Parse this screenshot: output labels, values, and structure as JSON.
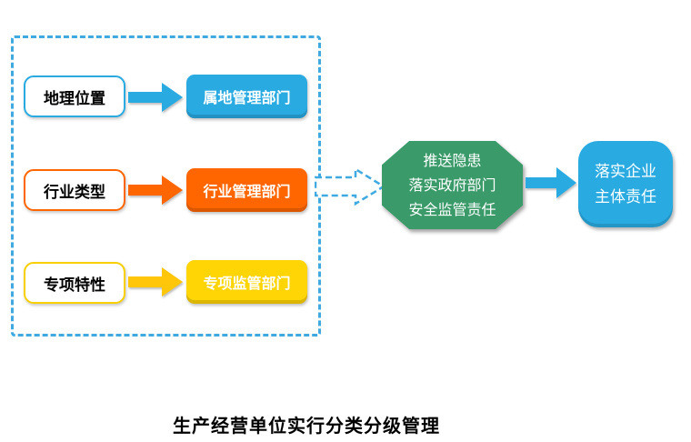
{
  "diagram": {
    "title": "生产经营单位实行分类分级管理",
    "rows": [
      {
        "factor": "地理位置",
        "department": "属地管理部门"
      },
      {
        "factor": "行业类型",
        "department": "行业管理部门"
      },
      {
        "factor": "专项特性",
        "department": "专项监管部门"
      }
    ],
    "hub": {
      "line1": "推送隐患",
      "line2": "落实政府部门",
      "line3": "安全监管责任"
    },
    "result": {
      "line1": "落实企业",
      "line2": "主体责任"
    }
  },
  "colors": {
    "blue": "#29ABE2",
    "orange": "#FF6600",
    "yellow": "#FFC60A",
    "yellow_box": "#FFD505",
    "green": "#3A9A69",
    "dashed_border_blue": "#3FA9E0",
    "white": "#FFFFFF",
    "text_black": "#000000"
  }
}
